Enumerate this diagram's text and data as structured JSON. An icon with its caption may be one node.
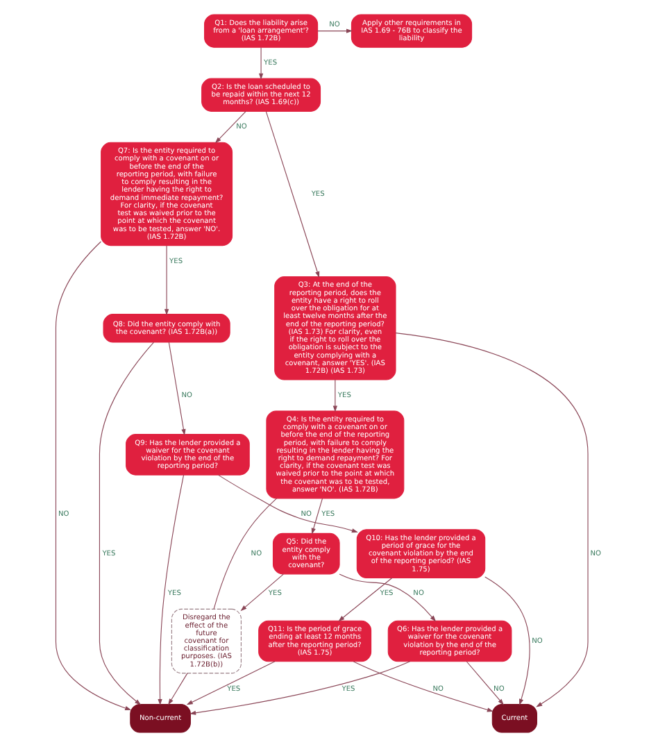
{
  "diagram": {
    "nodes": [
      {
        "text": [
          "Q1: Does the liability arise from a 'loan arrangement'? (IAS 1.72B)"
        ]
      },
      {
        "text": [
          "Apply other requirements in IAS 1.69 - 76B to classify the liability"
        ]
      },
      {
        "text": [
          "Q2: Is the loan scheduled to be repaid within the next 12 months? (IAS 1.69(c))"
        ]
      },
      {
        "text": [
          "Q7: Is the entity required to comply with a covenant on or before the end of the reporting period, with failure to comply resulting in the lender having the right to demand immediate repayment? For clarity, if the covenant test was waived prior to the point at which the covenant was to be tested, answer 'NO'. (IAS 1.72B)"
        ]
      },
      {
        "text": [
          "Q3: At the end of the reporting period, does the entity have a right to roll over the obligation for at least twelve months after the end of the reporting period? (IAS 1.73) For clarity, even if the right to roll over the obligation is subject to the entity complying with a covenant, answer 'YES'. (IAS 1.72B) (IAS 1.73)"
        ]
      },
      {
        "text": [
          "Q8: Did the entity comply with the covenant? (IAS 1.72B(a))"
        ]
      },
      {
        "text": [
          "Q9: Has the lender provided a waiver for the covenant violation by the end of the reporting period?"
        ]
      },
      {
        "text": [
          "Current"
        ]
      },
      {
        "text": [
          "Q10: Has the lender provided a period of grace for the covenant violation by the end of the reporting period? (IAS 1.75)"
        ]
      },
      {
        "text": [
          "Q4: Is the entity required to comply with a covenant on or before the end of the reporting period, with failure to comply resulting in the lender having the right to demand repayment? For clarity, if the covenant test was waived prior to the point at which the covenant was to be tested, answer 'NO'. (IAS 1.72B)"
        ]
      },
      {
        "text": [
          "Disregard the effect of the future covenant for classification purposes. (IAS 1.72B(b))"
        ]
      },
      {
        "text": [
          "Q5: Did the entity comply with the covenant?"
        ]
      },
      {
        "text": [
          "Q11: Is the period of grace ending at least 12 months after the reporting period? (IAS 1.75)"
        ]
      },
      {
        "text": [
          "Q6: Has the lender provided a waiver for the covenant violation by the end of the reporting period?"
        ]
      },
      {
        "text": [
          "Non-current"
        ]
      }
    ],
    "edges": [
      {
        "from": 0,
        "to": 1,
        "arrow": "to",
        "label": "NO"
      },
      {
        "from": 0,
        "to": 2,
        "arrow": "to",
        "label": "YES"
      },
      {
        "from": 2,
        "to": 3,
        "arrow": "to",
        "label": "NO"
      },
      {
        "from": 2,
        "to": 4,
        "arrow": "to",
        "label": "YES"
      },
      {
        "from": 3,
        "to": 14,
        "arrow": "to",
        "label": "NO"
      },
      {
        "from": 3,
        "to": 5,
        "arrow": "to",
        "label": "YES"
      },
      {
        "from": 4,
        "to": 7,
        "arrow": "to",
        "label": "NO"
      },
      {
        "from": 4,
        "to": 9,
        "arrow": "to",
        "label": "YES"
      },
      {
        "from": 5,
        "to": 14,
        "arrow": "to",
        "label": "YES"
      },
      {
        "from": 5,
        "to": 6,
        "arrow": "to",
        "label": "NO"
      },
      {
        "from": 6,
        "to": 14,
        "arrow": "to",
        "label": "YES"
      },
      {
        "from": 6,
        "to": 8,
        "arrow": "to",
        "label": "NO"
      },
      {
        "from": 8,
        "to": 7,
        "arrow": "to",
        "label": "NO"
      },
      {
        "from": 8,
        "to": 12,
        "arrow": "to",
        "label": "YES"
      },
      {
        "from": 9,
        "to": 10,
        "arrow": "none",
        "label": "NO"
      },
      {
        "from": 9,
        "to": 11,
        "arrow": "to",
        "label": "YES"
      },
      {
        "from": 10,
        "to": 14,
        "arrow": "to"
      },
      {
        "from": 11,
        "to": 10,
        "arrow": "to",
        "label": "YES"
      },
      {
        "from": 11,
        "to": 13,
        "arrow": "to",
        "label": "NO"
      },
      {
        "from": 12,
        "to": 7,
        "arrow": "to",
        "label": "NO"
      },
      {
        "from": 12,
        "to": 14,
        "arrow": "to",
        "label": "YES"
      },
      {
        "from": 13,
        "to": 7,
        "arrow": "to",
        "label": "NO"
      },
      {
        "from": 13,
        "to": 14,
        "arrow": "to",
        "label": "YES"
      }
    ]
  }
}
